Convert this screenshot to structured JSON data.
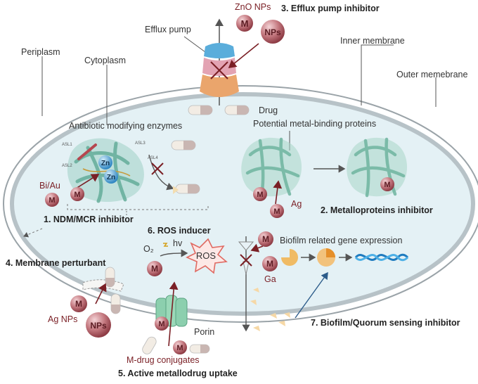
{
  "labels": {
    "periplasm": "Periplasm",
    "cytoplasm": "Cytoplasm",
    "efflux_pump": "Efflux pump",
    "zno_nps": "ZnO NPs",
    "inner_membrane": "Inner membrane",
    "outer_membrane": "Outer memebrane",
    "drug": "Drug",
    "antibiotic_enzymes": "Antibiotic modifying enzymes",
    "metal_binding_proteins": "Potential metal-binding proteins",
    "bi_au": "Bi/Au",
    "ag_metal": "Ag",
    "ga": "Ga",
    "o2": "O₂",
    "hv": "hv",
    "ros": "ROS",
    "biofilm_genes": "Biofilm related gene expression",
    "ag_nps": "Ag NPs",
    "porin": "Porin",
    "m_drug_conjugates": "M-drug conjugates",
    "metal_symbol": "M",
    "nps_symbol": "NPs",
    "zn": "Zn",
    "asl_labels": [
      "ASL1",
      "ASL2",
      "ASL3",
      "ASL4"
    ]
  },
  "mechanisms": {
    "m1": "1. NDM/MCR inhibitor",
    "m2": "2. Metalloproteins inhibitor",
    "m3": "3. Efflux pump inhibitor",
    "m4": "4. Membrane perturbant",
    "m5": "5. Active metallodrug uptake",
    "m6": "6. ROS inducer",
    "m7": "7. Biofilm/Quorum sensing inhibitor"
  },
  "colors": {
    "cell_fill": "#e4f1f5",
    "membrane": "#9aa3a8",
    "metal_ball": "#b5636b",
    "arrow_red": "#7a1f25",
    "protein": "#86c4b0",
    "zn_ball": "#4fa7d8",
    "porin": "#8ccfae",
    "pump_top": "#5aaddb",
    "pump_mid": "#e3a3b3",
    "pump_bottom": "#eaa56c",
    "dna": "#2b8fd1",
    "biofilm": "#f2b24a"
  }
}
